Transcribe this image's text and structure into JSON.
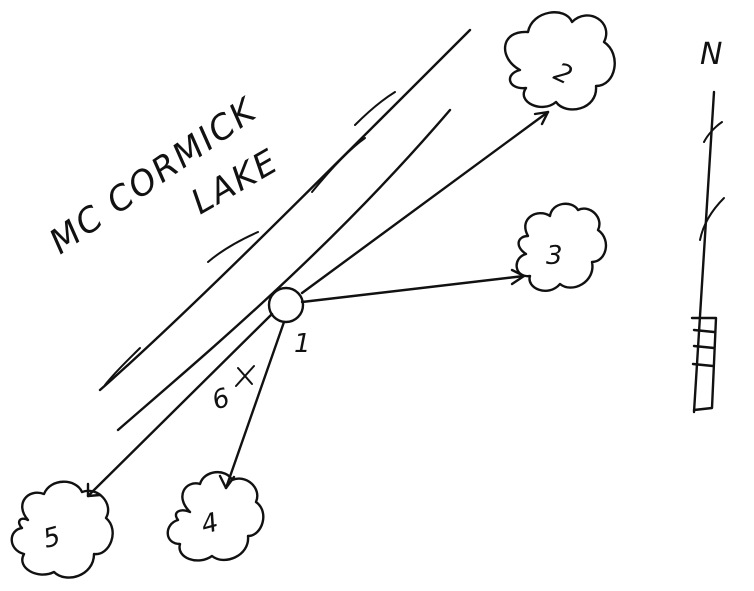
{
  "lake": {
    "label_line1": "MC CORMICK",
    "label_line2": "LAKE"
  },
  "center": {
    "label": "1"
  },
  "features": [
    {
      "label": "2"
    },
    {
      "label": "3"
    },
    {
      "label": "4"
    },
    {
      "label": "5"
    }
  ],
  "mark": {
    "label": "6"
  },
  "north_arrow": {
    "label": "N"
  },
  "colors": {
    "ink": "#111111",
    "background": "#ffffff"
  }
}
